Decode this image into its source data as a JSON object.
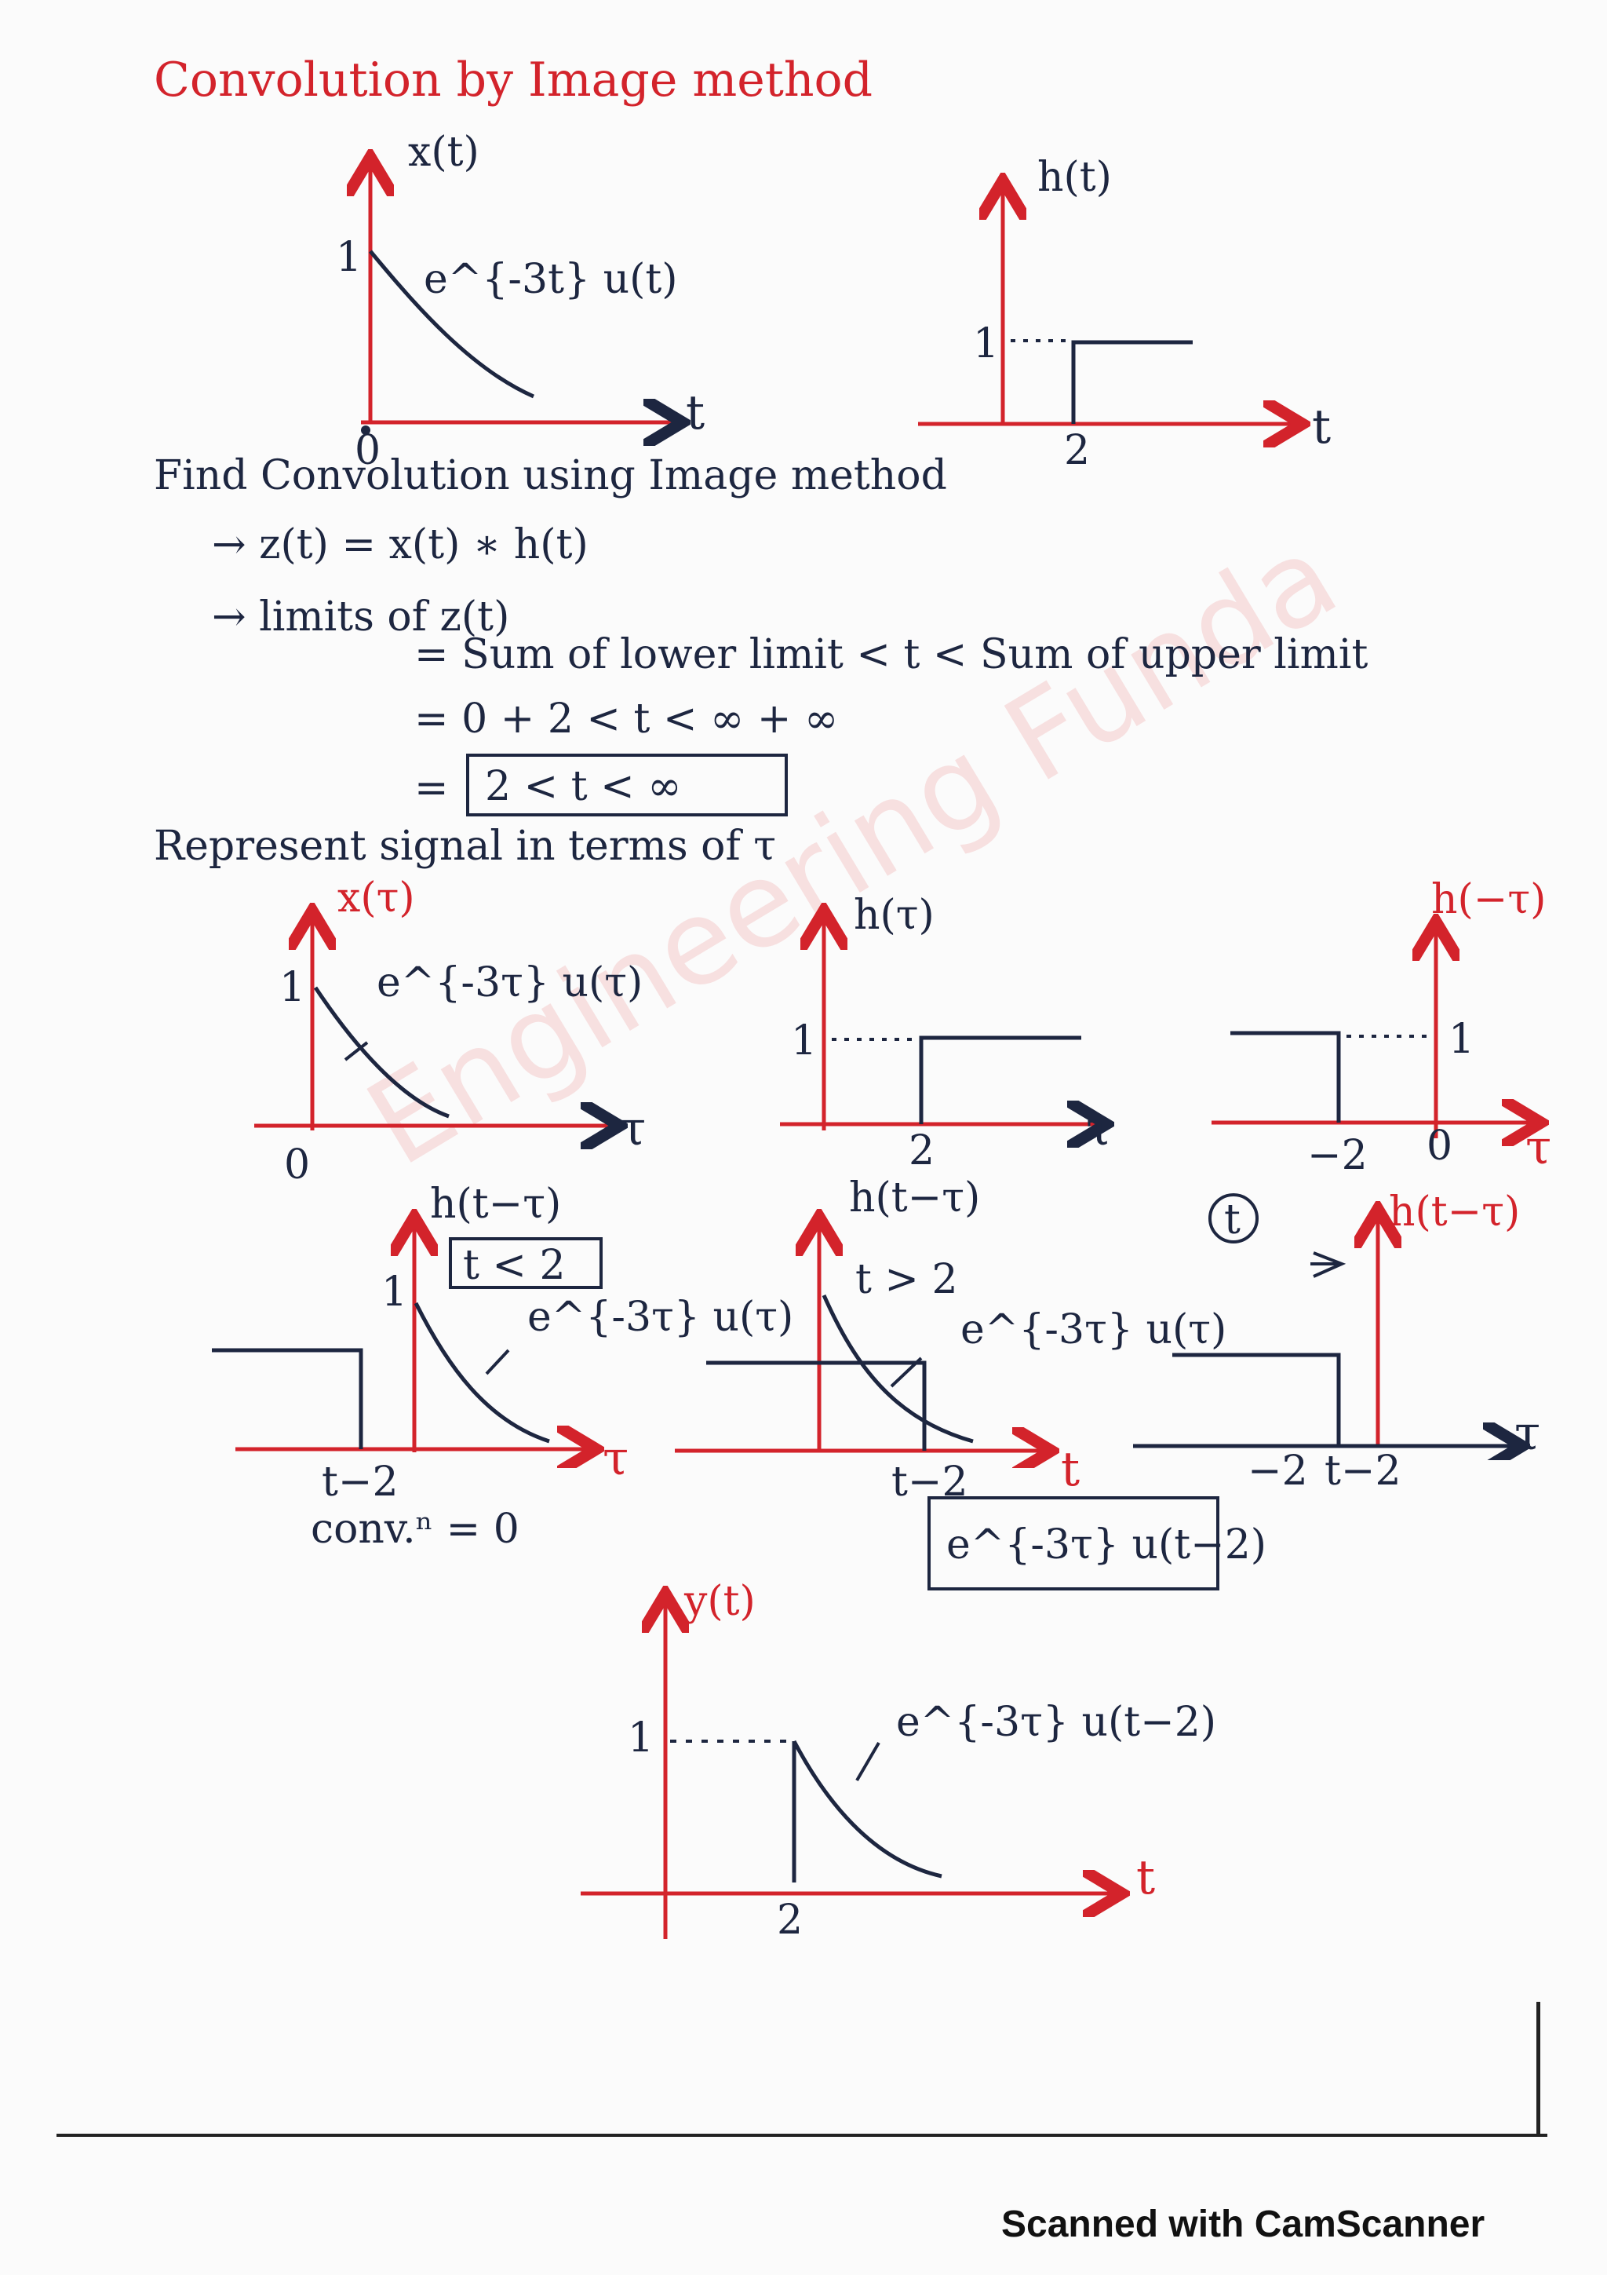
{
  "title": "Convolution by Image method",
  "graph1": {
    "ylabel": "x(t)",
    "one": "1",
    "curve": "e^{-3t} u(t)",
    "origin": "0",
    "xlabel": "t"
  },
  "graph2": {
    "ylabel": "h(t)",
    "one": "1",
    "tick": "2",
    "xlabel": "t"
  },
  "find_line": "Find Convolution using Image method",
  "step1": "→ z(t) = x(t) ∗ h(t)",
  "step2": "→ limits of z(t)",
  "limit_line1": "= Sum of lower limit < t < Sum of upper limit",
  "limit_line2": "= 0 + 2 < t < ∞ + ∞",
  "limit_line3": "= ",
  "limit_boxed": "2 < t < ∞",
  "represent_line": "Represent signal in terms of τ",
  "g3": {
    "ylabel": "x(τ)",
    "one": "1",
    "curve": "e^{-3τ} u(τ)",
    "origin": "0",
    "xlabel": "τ"
  },
  "g4": {
    "ylabel": "h(τ)",
    "one": "1",
    "tick": "2",
    "xlabel": "τ"
  },
  "g5": {
    "ylabel": "h(−τ)",
    "one": "1",
    "tick": "−2",
    "origin": "0",
    "xlabel": "τ"
  },
  "g6": {
    "ylabel": "h(t−τ)",
    "cond": "t < 2",
    "one": "1",
    "curve": "e^{-3τ} u(τ)",
    "tick": "t−2",
    "xlabel": "τ",
    "note": "conv.ⁿ = 0"
  },
  "g7": {
    "ylabel": "h(t−τ)",
    "cond": "t > 2",
    "curve": "e^{-3τ} u(τ)",
    "tick": "t−2",
    "xlabel": "t",
    "result": "e^{-3τ} u(t−2)"
  },
  "g8": {
    "circle": "t",
    "ylabel": "h(t−τ)",
    "tick1": "−2",
    "tick2": "t−2",
    "xlabel": "τ"
  },
  "g9": {
    "ylabel": "y(t)",
    "one": "1",
    "curve": "e^{-3τ} u(t−2)",
    "tick": "2",
    "xlabel": "t"
  },
  "footer": "Scanned with CamScanner",
  "colors": {
    "red": "#d3232b",
    "ink": "#1d2640"
  }
}
